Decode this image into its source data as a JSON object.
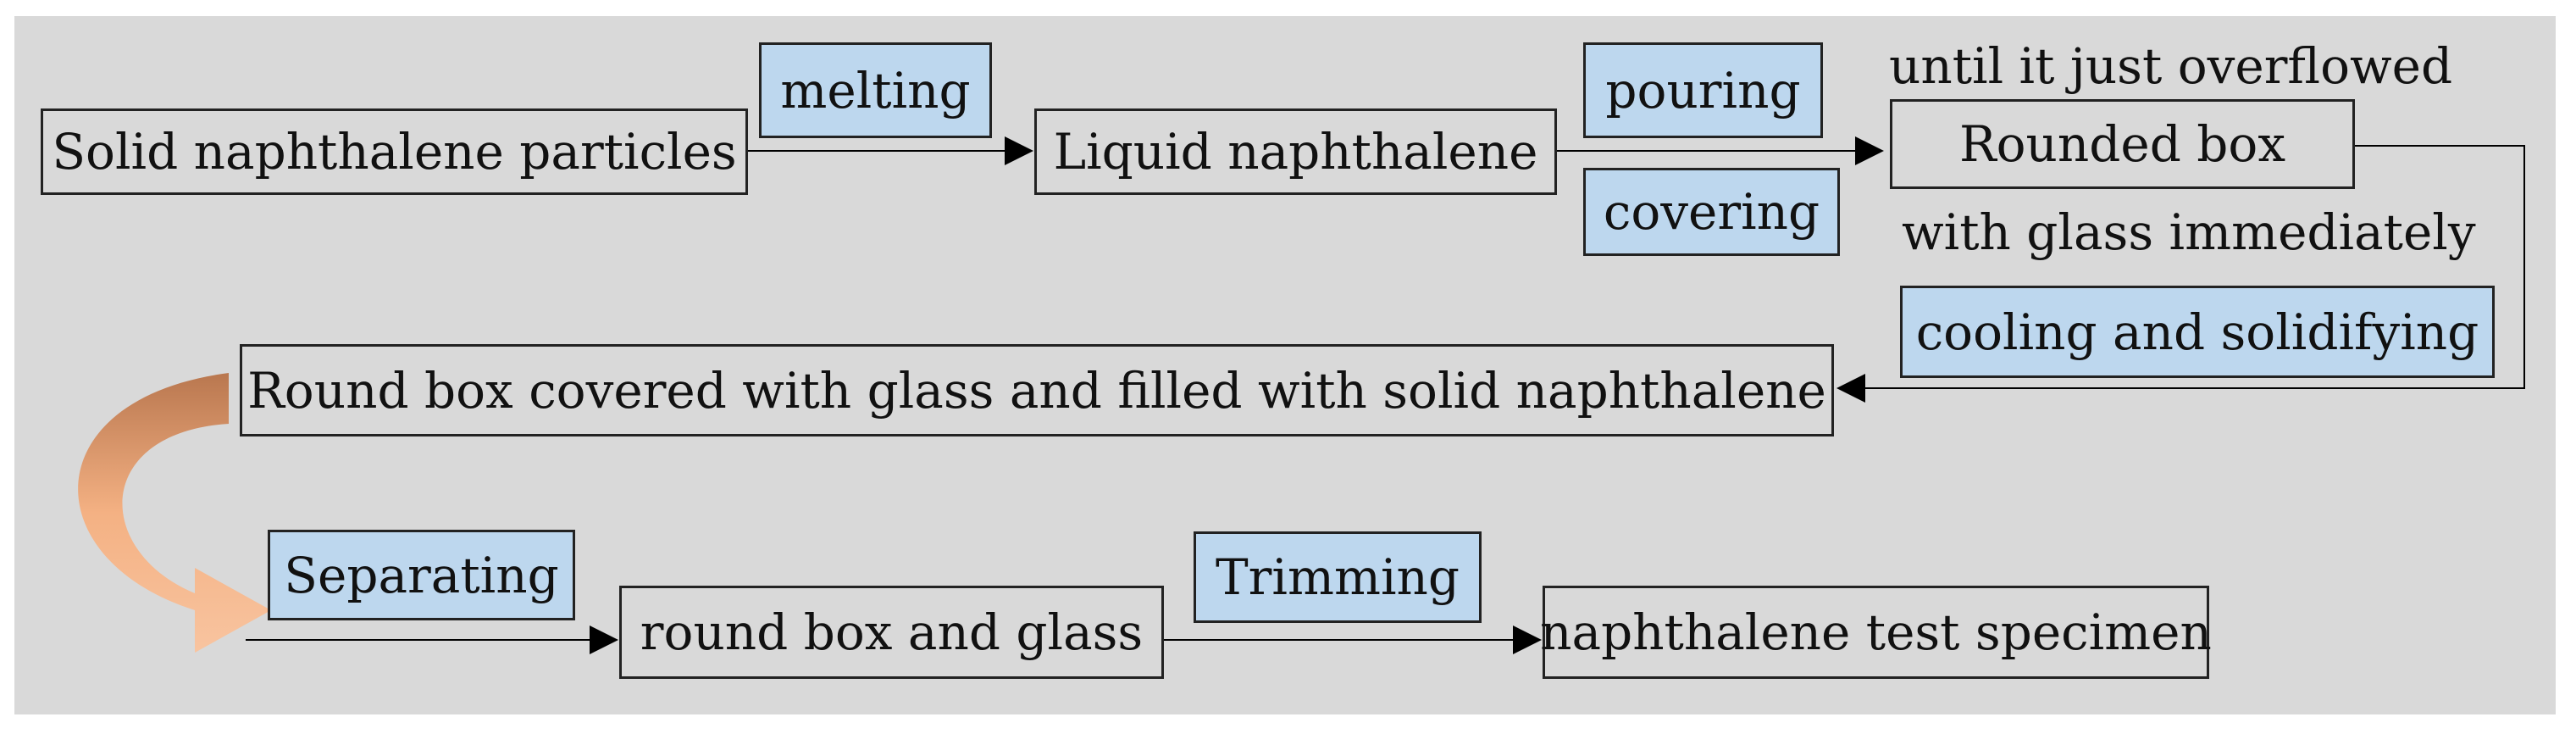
{
  "nodes": {
    "solid_particles": "Solid naphthalene particles",
    "liquid": "Liquid naphthalene",
    "rounded_box": "Rounded box",
    "filled_box": "Round box covered with glass and filled with solid naphthalene",
    "round_box_glass": "round box and glass",
    "specimen": "naphthalene test specimen"
  },
  "steps": {
    "melting": "melting",
    "pouring": "pouring",
    "covering": "covering",
    "cooling": "cooling and solidifying",
    "separating": "Separating",
    "trimming": "Trimming"
  },
  "notes": {
    "overflow": "until it just overflowed",
    "glass": "with glass immediately"
  },
  "colors": {
    "panel": "#d9d9d9",
    "step_fill": "#bdd7ee",
    "curved_arrow": "#f4b183"
  }
}
